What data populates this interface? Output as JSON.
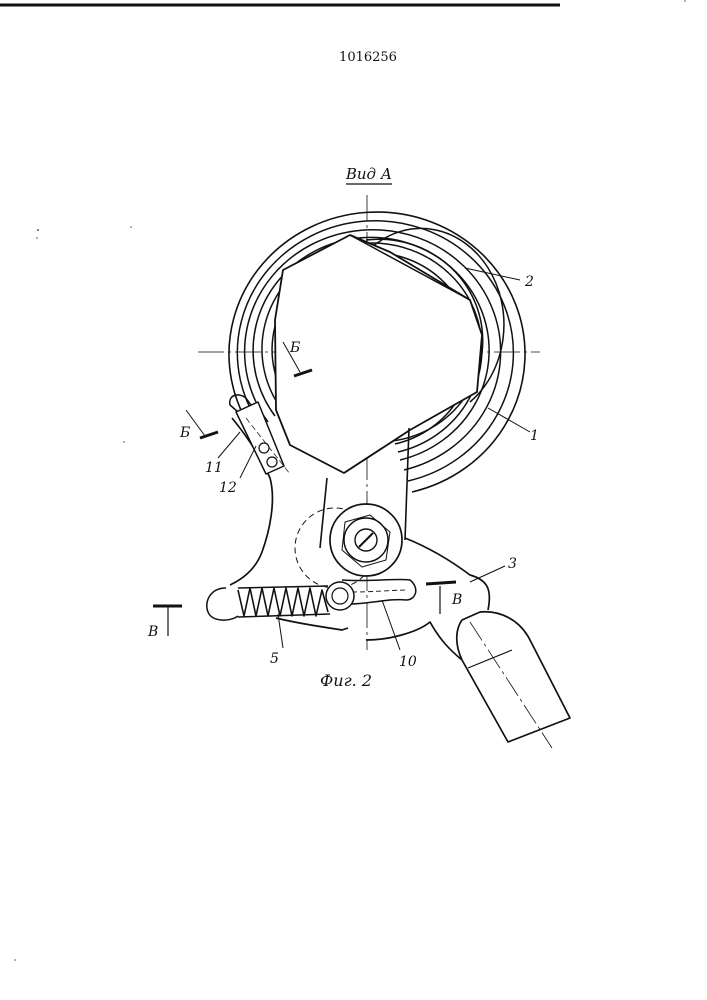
{
  "document": {
    "number": "1016256"
  },
  "figure": {
    "view_label": "Вид А",
    "caption": "Фиг. 2",
    "callouts": [
      "1",
      "2",
      "3",
      "5",
      "10",
      "11",
      "12"
    ],
    "section_marks": {
      "b_upper": "Б",
      "b_left": "Б",
      "v_left": "В",
      "v_right": "В"
    }
  }
}
